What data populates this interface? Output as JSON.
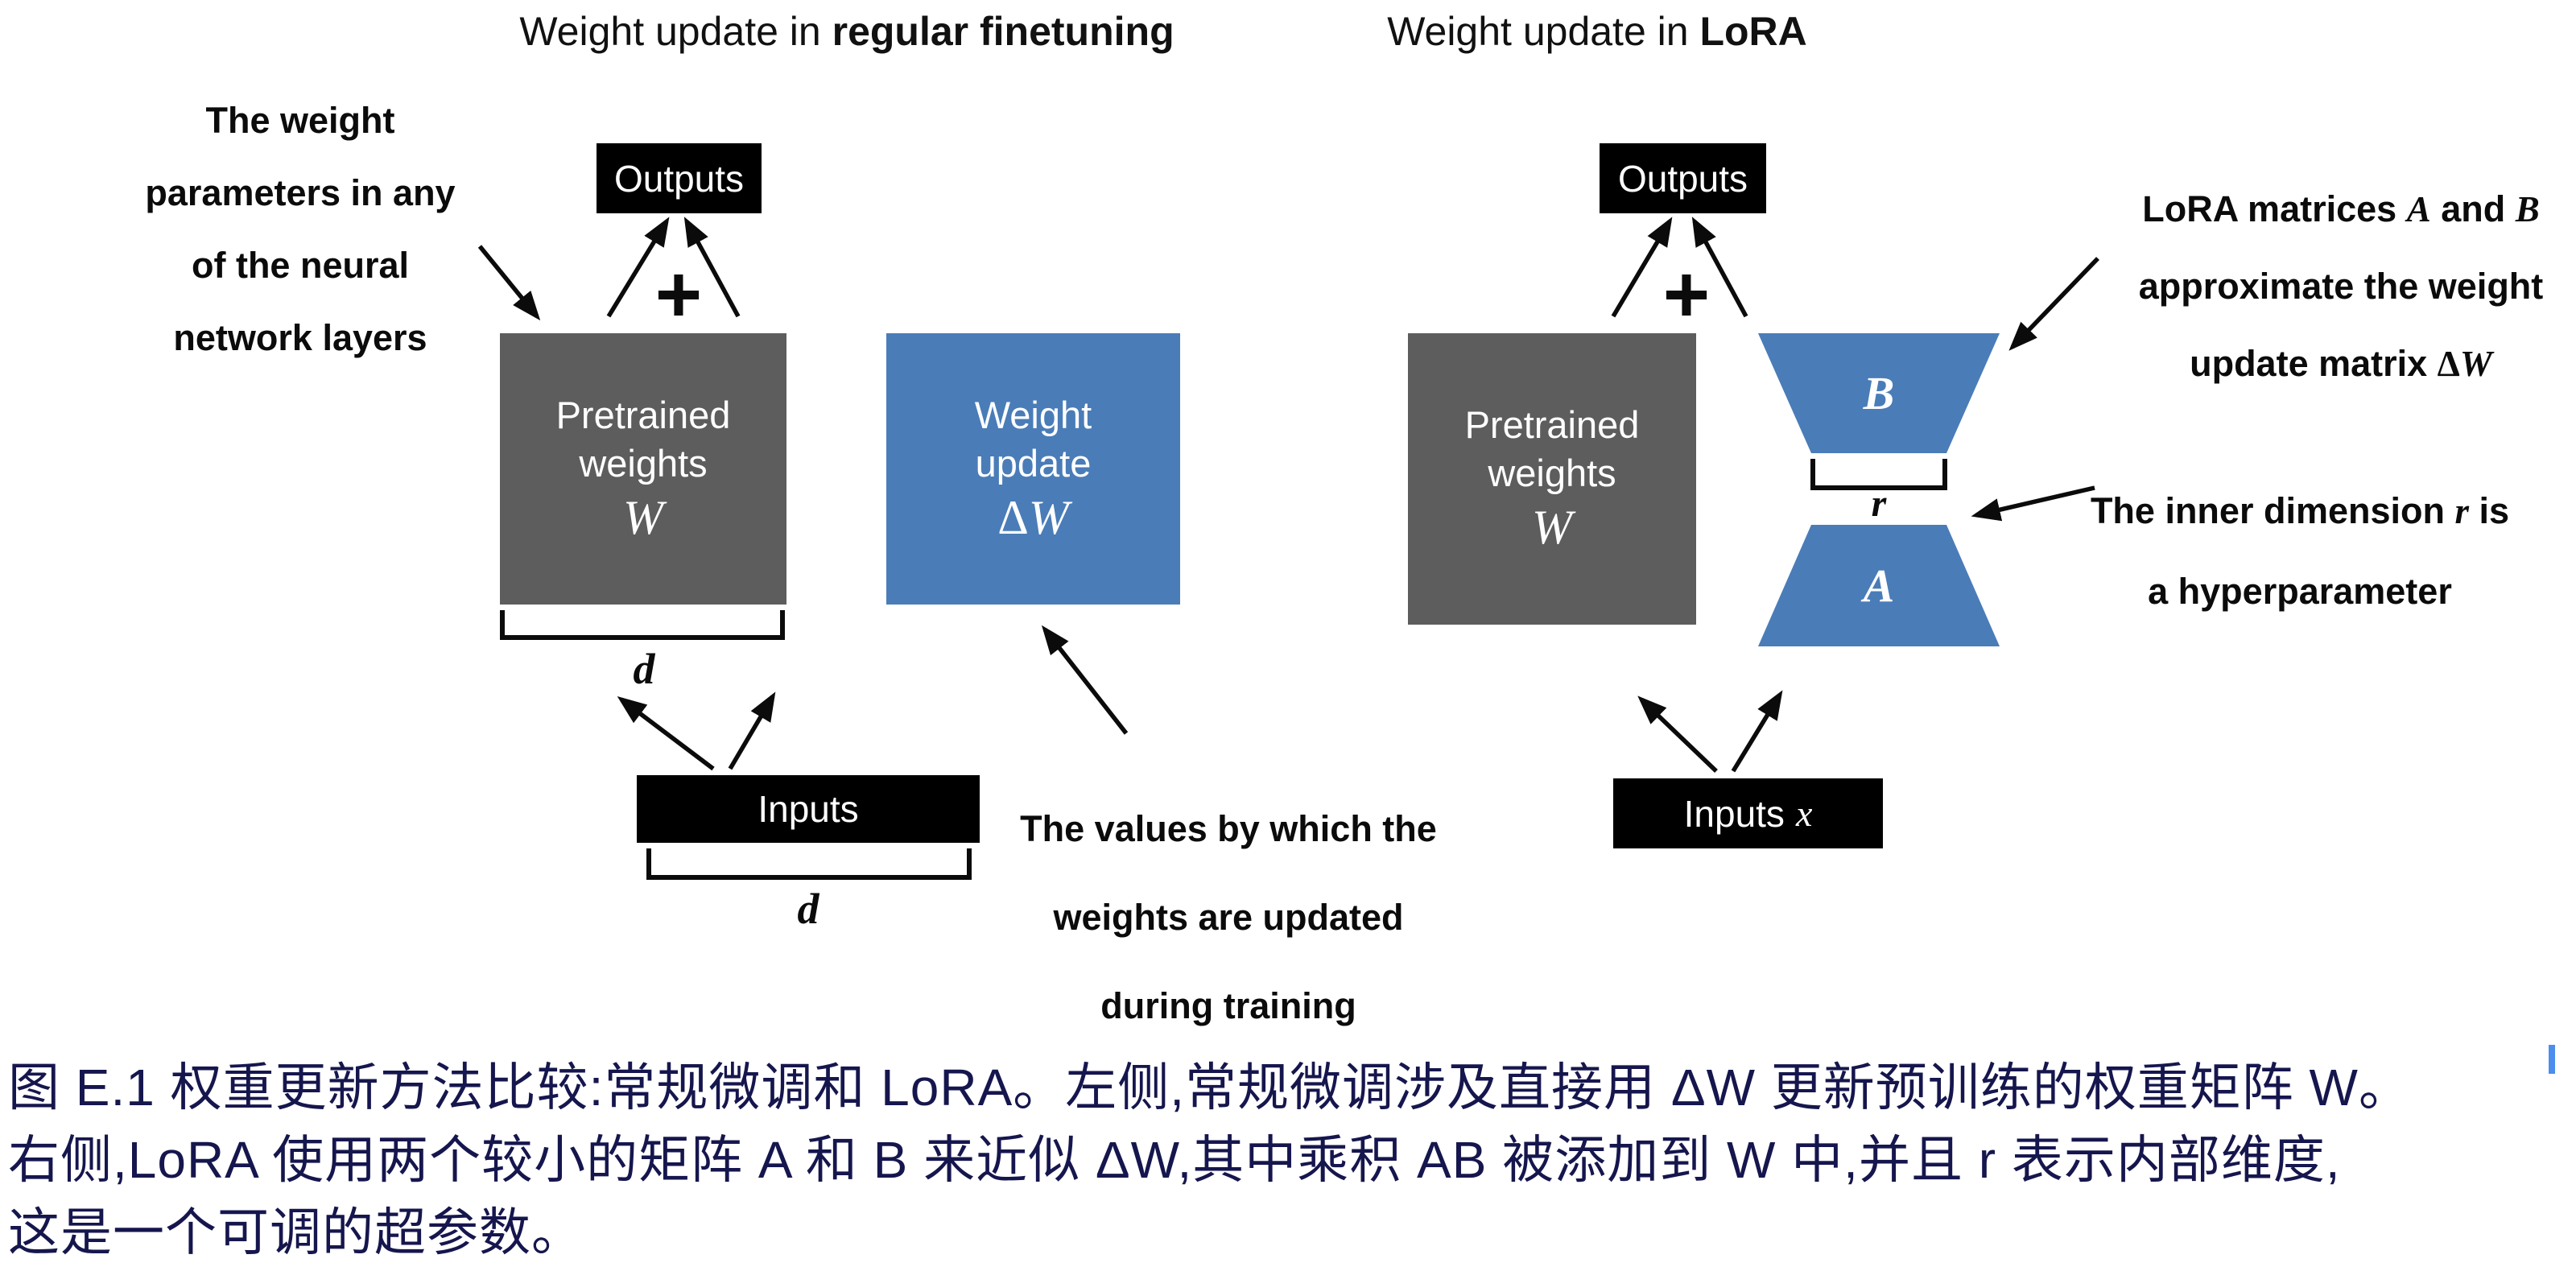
{
  "left_panel": {
    "title_prefix": "Weight update in ",
    "title_bold": "regular finetuning",
    "annotation_weight_params": {
      "lines": [
        "The weight",
        "parameters in any",
        "of the neural",
        "network layers"
      ]
    },
    "outputs_label": "Outputs",
    "plus": "+",
    "pretrained_box": {
      "line1": "Pretrained",
      "line2": "weights",
      "math": "W"
    },
    "update_box": {
      "line1": "Weight",
      "line2": "update",
      "delta": "Δ",
      "math": "W"
    },
    "dim_d_weights": "d",
    "inputs_label": "Inputs",
    "dim_d_inputs": "d",
    "annotation_values": {
      "lines": [
        "The values by which the",
        "weights are updated",
        "during training"
      ]
    }
  },
  "right_panel": {
    "title_prefix": "Weight update in ",
    "title_bold": "LoRA",
    "outputs_label": "Outputs",
    "plus": "+",
    "pretrained_box": {
      "line1": "Pretrained",
      "line2": "weights",
      "math": "W"
    },
    "matrix_b_label": "B",
    "matrix_a_label": "A",
    "dim_r": "r",
    "inputs_label": "Inputs",
    "inputs_math": "x",
    "annotation_lora": {
      "l1a": "LoRA matrices ",
      "l1b": "A",
      "l1c": " and ",
      "l1d": "B",
      "l2": "approximate the weight",
      "l3a": "update matrix ",
      "l3b": "Δ",
      "l3c": "W"
    },
    "annotation_r": {
      "l1a": "The inner dimension ",
      "l1b": "r",
      "l1c": " is",
      "l2": "a hyperparameter"
    }
  },
  "caption": {
    "lines": [
      "图 E.1 权重更新方法比较:常规微调和 LoRA。左侧,常规微调涉及直接用 ΔW 更新预训练的权重矩阵 W。",
      "右侧,LoRA 使用两个较小的矩阵 A 和 B 来近似 ΔW,其中乘积 AB 被添加到 W 中,并且 r 表示内部维度,",
      "这是一个可调的超参数。"
    ]
  },
  "colors": {
    "matrix_gray": "#5d5d5d",
    "lora_blue": "#4a7cb8",
    "io_black": "#000000",
    "caption_navy": "#16164e",
    "cursor_blue": "#4d8dee"
  }
}
